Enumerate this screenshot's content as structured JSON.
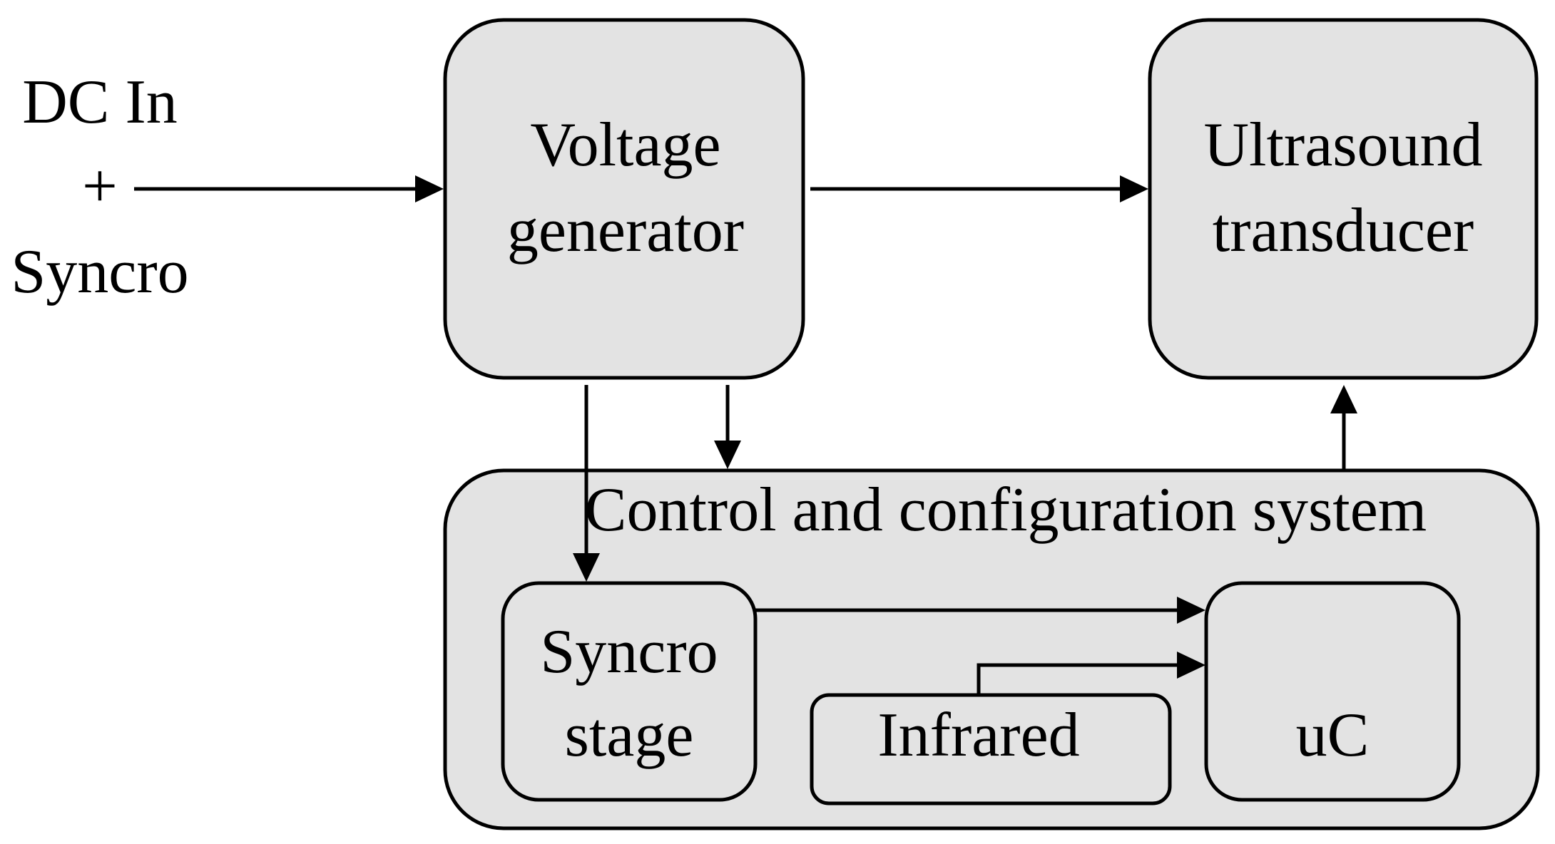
{
  "input": {
    "line1": "DC In",
    "line2": "+",
    "line3": "Syncro"
  },
  "voltage_generator": {
    "line1": "Voltage",
    "line2": "generator"
  },
  "ultrasound_transducer": {
    "line1": "Ultrasound",
    "line2": "transducer"
  },
  "control_system": {
    "title": "Control and configuration system",
    "syncro_stage": {
      "line1": "Syncro",
      "line2": "stage"
    },
    "infrared": {
      "label": "Infrared"
    },
    "uc": {
      "label": "uC"
    }
  },
  "colors": {
    "box_fill": "#e3e3e3",
    "stroke": "#000000"
  }
}
